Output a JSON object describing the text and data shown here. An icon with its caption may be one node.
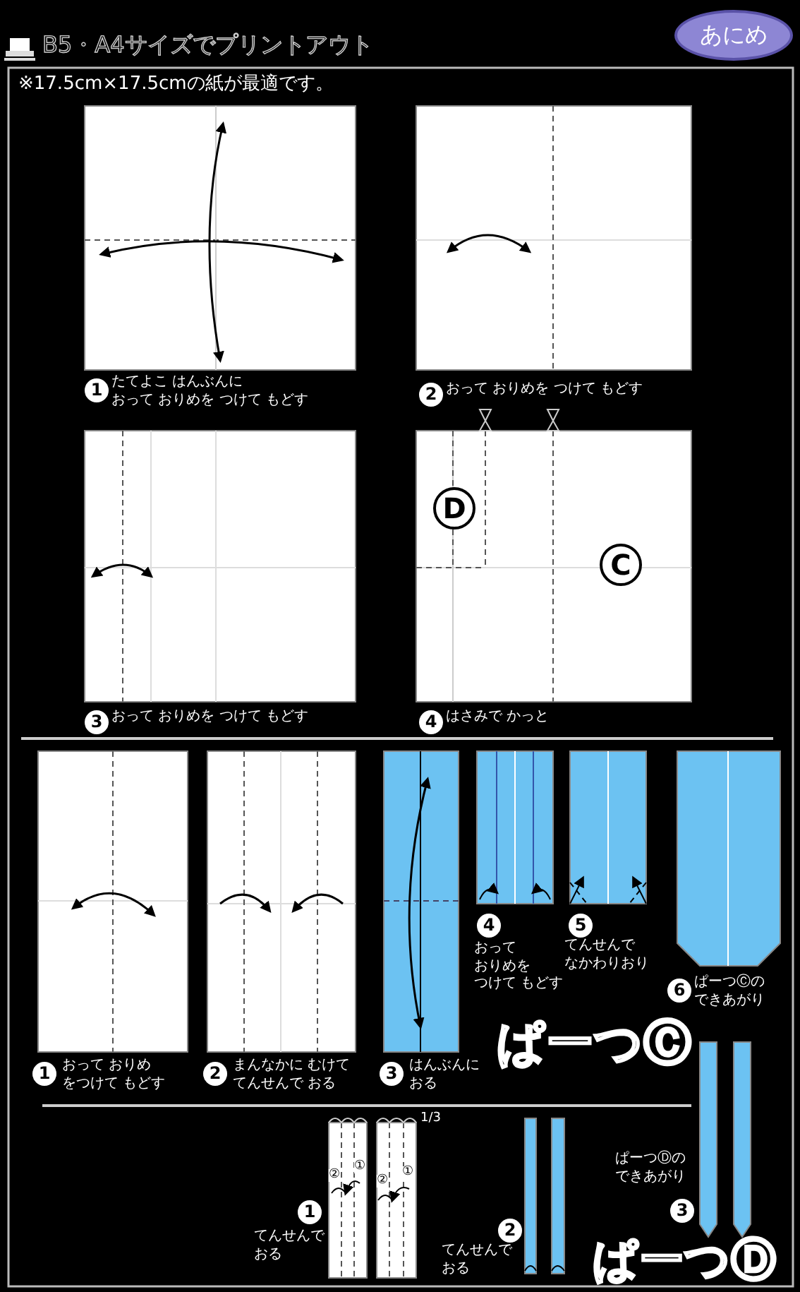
{
  "diagram": {
    "labels": [
      "B5・A4サイズでプリントアウト",
      "あにめ",
      "※17.5cm×17.5cmの紙が最適です。",
      "D",
      "C",
      "1",
      "たてよこ はんぶんにおって おりめを つけて もどす",
      "2",
      "おって おりめを つけて もどす",
      "3",
      "おって おりめを つけて もどす",
      "4",
      "はさみで かっと",
      "1",
      "おって おりめをつけて もどす",
      "2",
      "まんなかに むけててんせんで おる",
      "3",
      "はんぶんにおる",
      "4",
      "おっておりめをつけて もどす",
      "5",
      "てんせんでなかわりおり",
      "6",
      "ぱーつⒸのできあがり",
      "ぱーつⒸ",
      "1/3",
      "②",
      "①",
      "②",
      "①",
      "1",
      "てんせんでおる",
      "2",
      "てんせんでおる",
      "ぱーつⒹのできあがり",
      "3",
      "ぱーつⒹ"
    ]
  }
}
